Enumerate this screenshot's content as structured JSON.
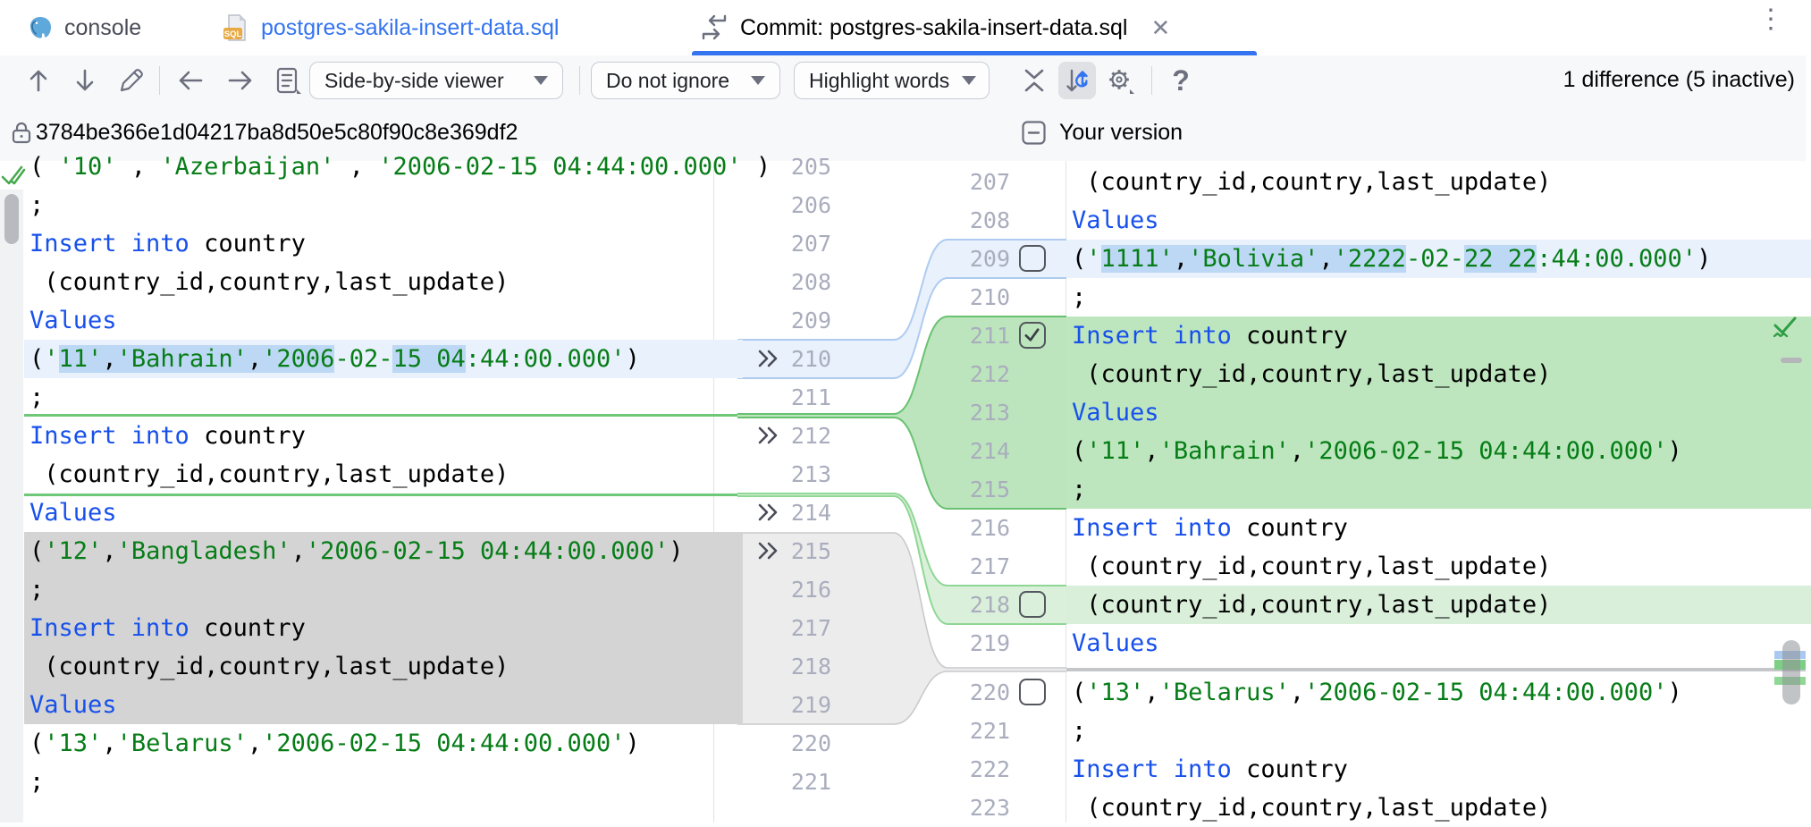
{
  "tabs": {
    "console": {
      "label": "console"
    },
    "file": {
      "label": "postgres-sakila-insert-data.sql"
    },
    "commit": {
      "label": "Commit: postgres-sakila-insert-data.sql",
      "close": "✕"
    },
    "kebab": "⋮"
  },
  "toolbar": {
    "viewer_dropdown": "Side-by-side viewer",
    "ignore_dropdown": "Do not ignore",
    "highlight_dropdown": "Highlight words",
    "status": "1 difference (5 inactive)"
  },
  "headers": {
    "left_revision": "3784be366e1d04217ba8d50e5c80f90c8e369df2",
    "right_title": "Your version"
  },
  "colors": {
    "accent_blue": "#3574f0",
    "keyword_blue": "#1750eb",
    "string_green": "#067d17",
    "changed_line_bg": "#e8f1fc",
    "changed_word_bg": "#bdd8f4",
    "added_line_bg": "#bee6be",
    "inactive_added_bg": "#d9efda",
    "inactive_deleted_bg": "#d4d4d4"
  },
  "diff": {
    "left": {
      "lines": [
        {
          "num": 205,
          "segs": [
            [
              "( ",
              "p"
            ],
            [
              "'10'",
              "s"
            ],
            [
              " , ",
              "p"
            ],
            [
              "'Azerbaijan'",
              "s"
            ],
            [
              " , ",
              "p"
            ],
            [
              "'2006-02-15 04:44:00.000'",
              "s"
            ],
            [
              " )",
              "p"
            ]
          ]
        },
        {
          "num": 206,
          "segs": [
            [
              ";",
              "p"
            ]
          ]
        },
        {
          "num": 207,
          "segs": [
            [
              "Insert into",
              "k"
            ],
            [
              " country",
              "p"
            ]
          ]
        },
        {
          "num": 208,
          "segs": [
            [
              " (country_id,country,last_update)",
              "p"
            ]
          ]
        },
        {
          "num": 209,
          "segs": [
            [
              "Values",
              "k"
            ]
          ]
        },
        {
          "num": 210,
          "bg": "blue",
          "chev": true,
          "segs": [
            [
              "(",
              "p"
            ],
            [
              "'",
              "s"
            ],
            [
              "11'",
              "s",
              1
            ],
            [
              ",",
              "p",
              1
            ],
            [
              "'Bahrain'",
              "s",
              1
            ],
            [
              ",",
              "p",
              1
            ],
            [
              "'2006",
              "s",
              1
            ],
            [
              "-02-",
              "s"
            ],
            [
              "15 04",
              "s",
              1
            ],
            [
              ":44:00.000'",
              "s"
            ],
            [
              ")",
              "p"
            ]
          ]
        },
        {
          "num": 211,
          "segs": [
            [
              ";",
              "p"
            ]
          ]
        },
        {
          "num": 212,
          "chev": true,
          "segs": [
            [
              "Insert into",
              "k"
            ],
            [
              " country",
              "p"
            ]
          ]
        },
        {
          "num": 213,
          "segs": [
            [
              " (country_id,country,last_update)",
              "p"
            ]
          ]
        },
        {
          "num": 214,
          "chev": true,
          "segs": [
            [
              "Values",
              "k"
            ]
          ]
        },
        {
          "num": 215,
          "bg": "gray",
          "chev": true,
          "segs": [
            [
              "(",
              "p"
            ],
            [
              "'12'",
              "s"
            ],
            [
              ",",
              "p"
            ],
            [
              "'Bangladesh'",
              "s"
            ],
            [
              ",",
              "p"
            ],
            [
              "'2006-02-15 04:44:00.000'",
              "s"
            ],
            [
              ")",
              "p"
            ]
          ]
        },
        {
          "num": 216,
          "bg": "gray",
          "segs": [
            [
              ";",
              "p"
            ]
          ]
        },
        {
          "num": 217,
          "bg": "gray",
          "segs": [
            [
              "Insert into",
              "k"
            ],
            [
              " country",
              "p"
            ]
          ]
        },
        {
          "num": 218,
          "bg": "gray",
          "segs": [
            [
              " (country_id,country,last_update)",
              "p"
            ]
          ]
        },
        {
          "num": 219,
          "bg": "gray",
          "segs": [
            [
              "Values",
              "k"
            ]
          ]
        },
        {
          "num": 220,
          "segs": [
            [
              "(",
              "p"
            ],
            [
              "'13'",
              "s"
            ],
            [
              ",",
              "p"
            ],
            [
              "'Belarus'",
              "s"
            ],
            [
              ",",
              "p"
            ],
            [
              "'2006-02-15 04:44:00.000'",
              "s"
            ],
            [
              ")",
              "p"
            ]
          ]
        },
        {
          "num": 221,
          "segs": [
            [
              ";",
              "p"
            ]
          ]
        }
      ]
    },
    "right": {
      "lines": [
        {
          "num": 207,
          "segs": [
            [
              " (country_id,country,last_update)",
              "p"
            ]
          ]
        },
        {
          "num": 208,
          "segs": [
            [
              "Values",
              "k"
            ]
          ]
        },
        {
          "num": 209,
          "bg": "blue",
          "checkbox": "unchecked",
          "segs": [
            [
              "(",
              "p"
            ],
            [
              "'",
              "s"
            ],
            [
              "1111'",
              "s",
              1
            ],
            [
              ",",
              "p",
              1
            ],
            [
              "'Bolivia'",
              "s",
              1
            ],
            [
              ",",
              "p",
              1
            ],
            [
              "'2222",
              "s",
              1
            ],
            [
              "-02-",
              "s"
            ],
            [
              "22 22",
              "s",
              1
            ],
            [
              ":44:00.000'",
              "s"
            ],
            [
              ")",
              "p"
            ]
          ]
        },
        {
          "num": 210,
          "segs": [
            [
              ";",
              "p"
            ]
          ]
        },
        {
          "num": 211,
          "bg": "green",
          "checkbox": "checked",
          "segs": [
            [
              "Insert into",
              "k"
            ],
            [
              " country",
              "p"
            ]
          ]
        },
        {
          "num": 212,
          "bg": "green",
          "segs": [
            [
              " (country_id,country,last_update)",
              "p"
            ]
          ]
        },
        {
          "num": 213,
          "bg": "green",
          "segs": [
            [
              "Values",
              "k"
            ]
          ]
        },
        {
          "num": 214,
          "bg": "green",
          "segs": [
            [
              "(",
              "p"
            ],
            [
              "'11'",
              "s"
            ],
            [
              ",",
              "p"
            ],
            [
              "'Bahrain'",
              "s"
            ],
            [
              ",",
              "p"
            ],
            [
              "'2006-02-15 04:44:00.000'",
              "s"
            ],
            [
              ")",
              "p"
            ]
          ]
        },
        {
          "num": 215,
          "bg": "green",
          "segs": [
            [
              ";",
              "p"
            ]
          ]
        },
        {
          "num": 216,
          "segs": [
            [
              "Insert into",
              "k"
            ],
            [
              " country",
              "p"
            ]
          ]
        },
        {
          "num": 217,
          "segs": [
            [
              " (country_id,country,last_update)",
              "p"
            ]
          ]
        },
        {
          "num": 218,
          "bg": "lightgreen",
          "checkbox": "unchecked",
          "segs": [
            [
              " (country_id,country,last_update)",
              "p"
            ]
          ]
        },
        {
          "num": 219,
          "segs": [
            [
              "Values",
              "k"
            ]
          ]
        },
        {
          "num": 220,
          "checkbox": "unchecked",
          "segs": [
            [
              "(",
              "p"
            ],
            [
              "'13'",
              "s"
            ],
            [
              ",",
              "p"
            ],
            [
              "'Belarus'",
              "s"
            ],
            [
              ",",
              "p"
            ],
            [
              "'2006-02-15 04:44:00.000'",
              "s"
            ],
            [
              ")",
              "p"
            ]
          ]
        },
        {
          "num": 221,
          "segs": [
            [
              ";",
              "p"
            ]
          ]
        },
        {
          "num": 222,
          "segs": [
            [
              "Insert into",
              "k"
            ],
            [
              " country",
              "p"
            ]
          ]
        },
        {
          "num": 223,
          "segs": [
            [
              " (country_id,country,last_update)",
              "p"
            ]
          ]
        }
      ]
    }
  }
}
